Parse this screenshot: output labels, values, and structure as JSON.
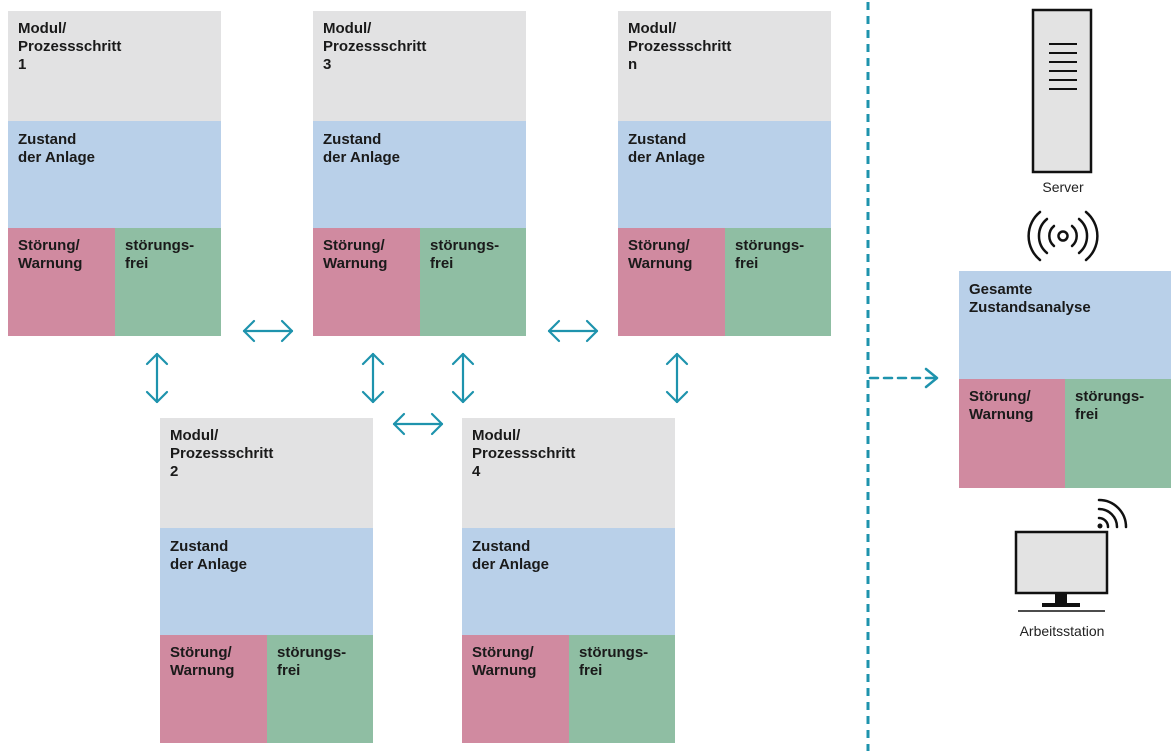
{
  "modules": [
    {
      "title": "Modul/\nProzessschritt\n1",
      "state": "Zustand\nder Anlage",
      "fault": "Störung/\nWarnung",
      "ok": "störungs-\nfrei"
    },
    {
      "title": "Modul/\nProzessschritt\n3",
      "state": "Zustand\nder Anlage",
      "fault": "Störung/\nWarnung",
      "ok": "störungs-\nfrei"
    },
    {
      "title": "Modul/\nProzessschritt\nn",
      "state": "Zustand\nder Anlage",
      "fault": "Störung/\nWarnung",
      "ok": "störungs-\nfrei"
    },
    {
      "title": "Modul/\nProzessschritt\n2",
      "state": "Zustand\nder Anlage",
      "fault": "Störung/\nWarnung",
      "ok": "störungs-\nfrei"
    },
    {
      "title": "Modul/\nProzessschritt\n4",
      "state": "Zustand\nder Anlage",
      "fault": "Störung/\nWarnung",
      "ok": "störungs-\nfrei"
    }
  ],
  "summary": {
    "state": "Gesamte\nZustandsanalyse",
    "fault": "Störung/\nWarnung",
    "ok": "störungs-\nfrei"
  },
  "server": {
    "label": "Server",
    "icon": "server-icon"
  },
  "wireless": {
    "icon": "wireless-signal-icon"
  },
  "workstation": {
    "label": "Arbeitsstation",
    "icon": "monitor-wifi-icon"
  },
  "colors": {
    "module_header": "#e2e2e3",
    "state": "#b9d0e9",
    "fault": "#d08aa0",
    "ok": "#8fbea3",
    "arrow": "#1e93ad"
  }
}
